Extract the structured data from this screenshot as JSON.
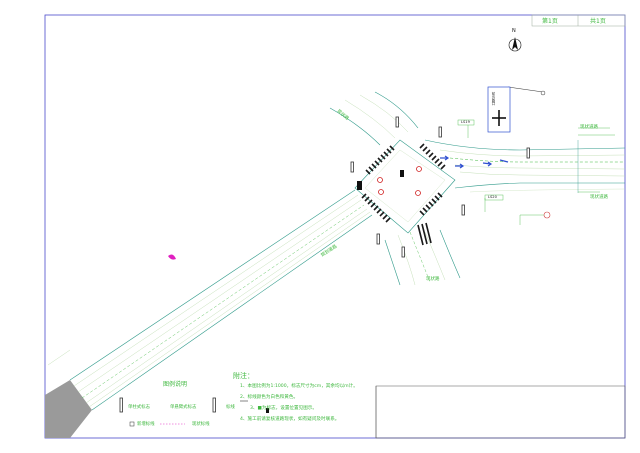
{
  "title_block": {
    "sheet_label": "第1页",
    "total_label": "共1页"
  },
  "north_arrow": {
    "label": "N"
  },
  "signs": {
    "tag_left": "LS19",
    "tag_right": "LS20",
    "board_text": "前方路口"
  },
  "notes": {
    "title": "附注：",
    "items": [
      "1、本图比例为1:1000，标志尺寸为cm，其余均以m计。",
      "2、标线颜色为白色和黄色。",
      "3、■为标志，设置位置见图示。",
      "4、施工前请复核道路现状，如有疑问及时联系。"
    ]
  },
  "legend": {
    "title": "图例说明",
    "items": [
      {
        "label": "单柱式标志"
      },
      {
        "label": "单悬臂式标志"
      },
      {
        "label": "标线"
      },
      {
        "label": "新增标线"
      },
      {
        "label": "现状标线"
      }
    ]
  },
  "road_labels": {
    "diagonal_road": "规划道路",
    "south_road": "现状路",
    "east_road_top": "现状道路",
    "east_road_bottom": "现状道路",
    "northwest_road": "现状路"
  },
  "colors": {
    "frame": "#4a4acc",
    "road_edge": "#2f9a8a",
    "road_edge_alt": "#3fb83f",
    "marking_white": "#b8d8a8",
    "crosswalk": "#1a1a1a",
    "arrow_blue": "#3050d0",
    "annotation_green": "#3fb83f",
    "magenta": "#e020c0",
    "grey_hatch": "#9a9a9a"
  }
}
